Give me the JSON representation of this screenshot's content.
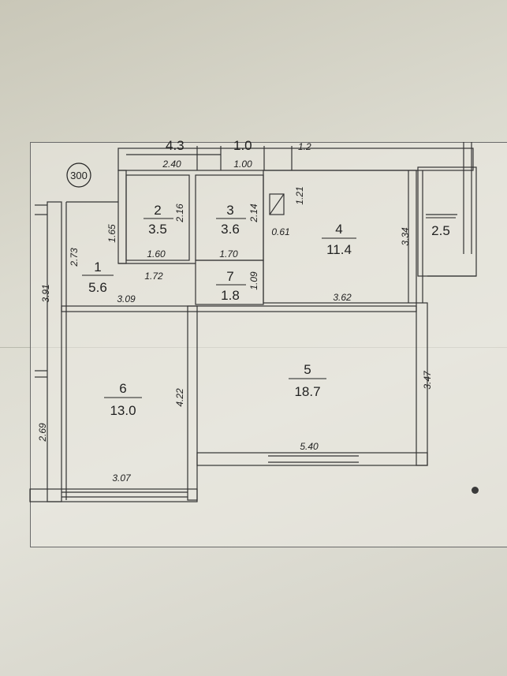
{
  "plan": {
    "stamp": "300",
    "top_partial": {
      "room_area_clip": "4.3",
      "wc_area_clip": "1.0",
      "right_clip": "1.2"
    },
    "rooms": [
      {
        "id": "1",
        "area": "5.6"
      },
      {
        "id": "2",
        "area": "3.5"
      },
      {
        "id": "3",
        "area": "3.6"
      },
      {
        "id": "4",
        "area": "11.4"
      },
      {
        "id": "5",
        "area": "18.7"
      },
      {
        "id": "6",
        "area": "13.0"
      },
      {
        "id": "7",
        "area": "1.8"
      },
      {
        "id": "balcony",
        "area": "2.5"
      }
    ],
    "dims": {
      "d240": "2.40",
      "d100": "1.00",
      "d216": "2.16",
      "d214": "2.14",
      "d121": "1.21",
      "d061": "0.61",
      "d165": "1.65",
      "d273": "2.73",
      "d160": "1.60",
      "d170": "1.70",
      "d172": "1.72",
      "d109": "1.09",
      "d309": "3.09",
      "d362": "3.62",
      "d334": "3.34",
      "d391": "3.91",
      "d422": "4.22",
      "d347": "3.47",
      "d540": "5.40",
      "d269": "2.69",
      "d307": "3.07"
    }
  }
}
